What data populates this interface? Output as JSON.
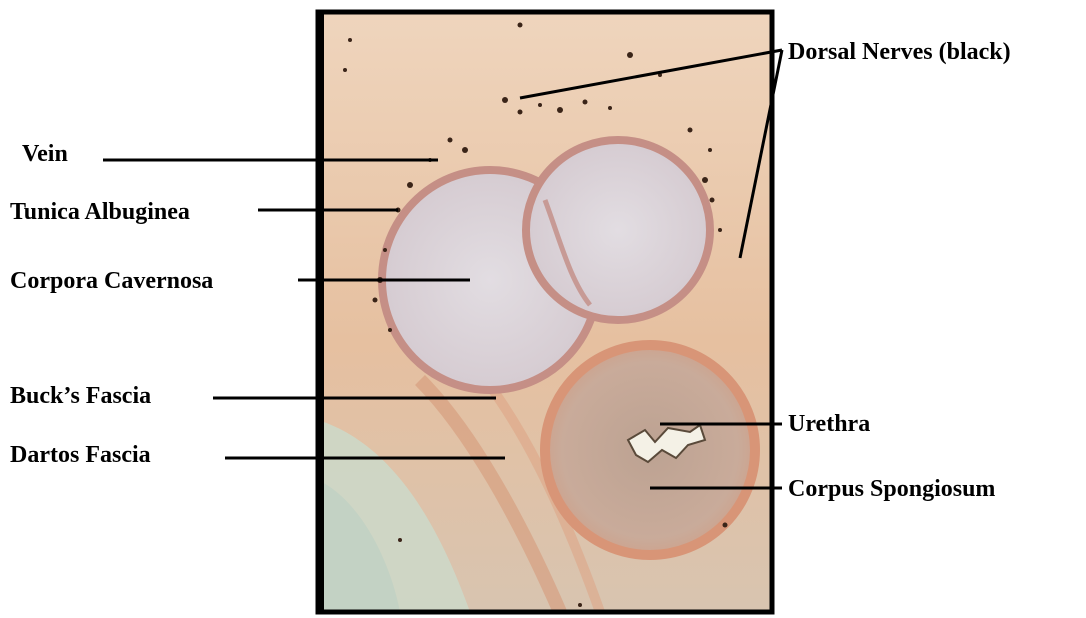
{
  "labels": {
    "dorsal_nerves": "Dorsal Nerves (black)",
    "vein": "Vein",
    "tunica_albuginea": "Tunica Albuginea",
    "corpora_cavernosa": "Corpora Cavernosa",
    "bucks_fascia": "Buck’s Fascia",
    "dartos_fascia": "Dartos Fascia",
    "urethra": "Urethra",
    "corpus_spongiosum": "Corpus Spongiosum"
  },
  "colors": {
    "frame": "#000000",
    "background_tissue": "#e8c9ad",
    "cavernosa_fill": "#d9d2d6",
    "tunica_rim": "#c98f86",
    "spongiosum_fill": "#c9a89a",
    "dartos_fill": "#c9d4c6"
  }
}
